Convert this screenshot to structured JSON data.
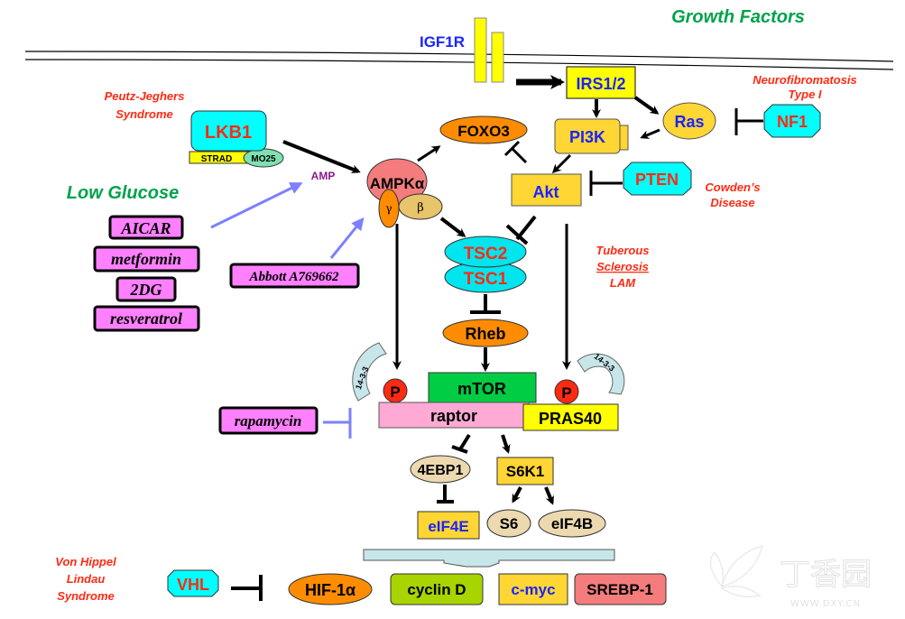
{
  "title_label": "Growth Factors",
  "receptor": "IGF1R",
  "colors": {
    "cyan": "#00ffff",
    "yellow": "#ffff00",
    "gold": "#ffd633",
    "orange": "#ff8c00",
    "salmon": "#f47c7c",
    "tan": "#e8c46a",
    "beige": "#ecd9b0",
    "green": "#00cc44",
    "lime": "#a8d400",
    "pink": "#ffaad4",
    "magenta": "#ff80ff",
    "red_text": "#ff2a12",
    "blue_text": "#1a24ff",
    "green_text": "#00a24a",
    "purple_text": "#8b1a8b",
    "periwinkle": "#7e80ff",
    "lightblue": "#c7e6ea"
  },
  "nodes": {
    "irs": "IRS1/2",
    "pi3k": "PI3K",
    "ras": "Ras",
    "nf1": "NF1",
    "foxo3": "FOXO3",
    "akt": "Akt",
    "pten": "PTEN",
    "lkb1": "LKB1",
    "strad": "STRAD",
    "mo25": "MO25",
    "amp": "AMP",
    "ampk_alpha": "AMPKα",
    "ampk_gamma": "γ",
    "ampk_beta": "β",
    "tsc2": "TSC2",
    "tsc1": "TSC1",
    "rheb": "Rheb",
    "mtor": "mTOR",
    "raptor": "raptor",
    "pras40": "PRAS40",
    "p_left": "P",
    "p_right": "P",
    "fourteen33_left": "14-3-3",
    "fourteen33_right": "14-3-3",
    "fourebp1": "4EBP1",
    "s6k1": "S6K1",
    "eif4e": "eIF4E",
    "s6": "S6",
    "eif4b": "eIF4B",
    "vhl": "VHL",
    "hif1a": "HIF-1α",
    "cyclin_d": "cyclin D",
    "cmyc": "c-myc",
    "srebp1": "SREBP-1"
  },
  "labels": {
    "low_glucose": "Low Glucose",
    "peutz_1": "Peutz-Jeghers",
    "peutz_2": "Syndrome",
    "neuro_1": "Neurofibromatosis",
    "neuro_2": "Type I",
    "cowden_1": "Cowden’s",
    "cowden_2": "Disease",
    "tuberous_1": "Tuberous",
    "tuberous_2": "Sclerosis",
    "tuberous_3": "LAM",
    "vhl_1": "Von Hippel",
    "vhl_2": "Lindau",
    "vhl_3": "Syndrome"
  },
  "drugs": {
    "aicar": "AICAR",
    "metformin": "metformin",
    "twodg": "2DG",
    "resveratrol": "resveratrol",
    "abbott": "Abbott A769662",
    "rapamycin": "rapamycin"
  },
  "watermark": {
    "brand": "丁香园",
    "url": "WWW.DXY.CN"
  }
}
